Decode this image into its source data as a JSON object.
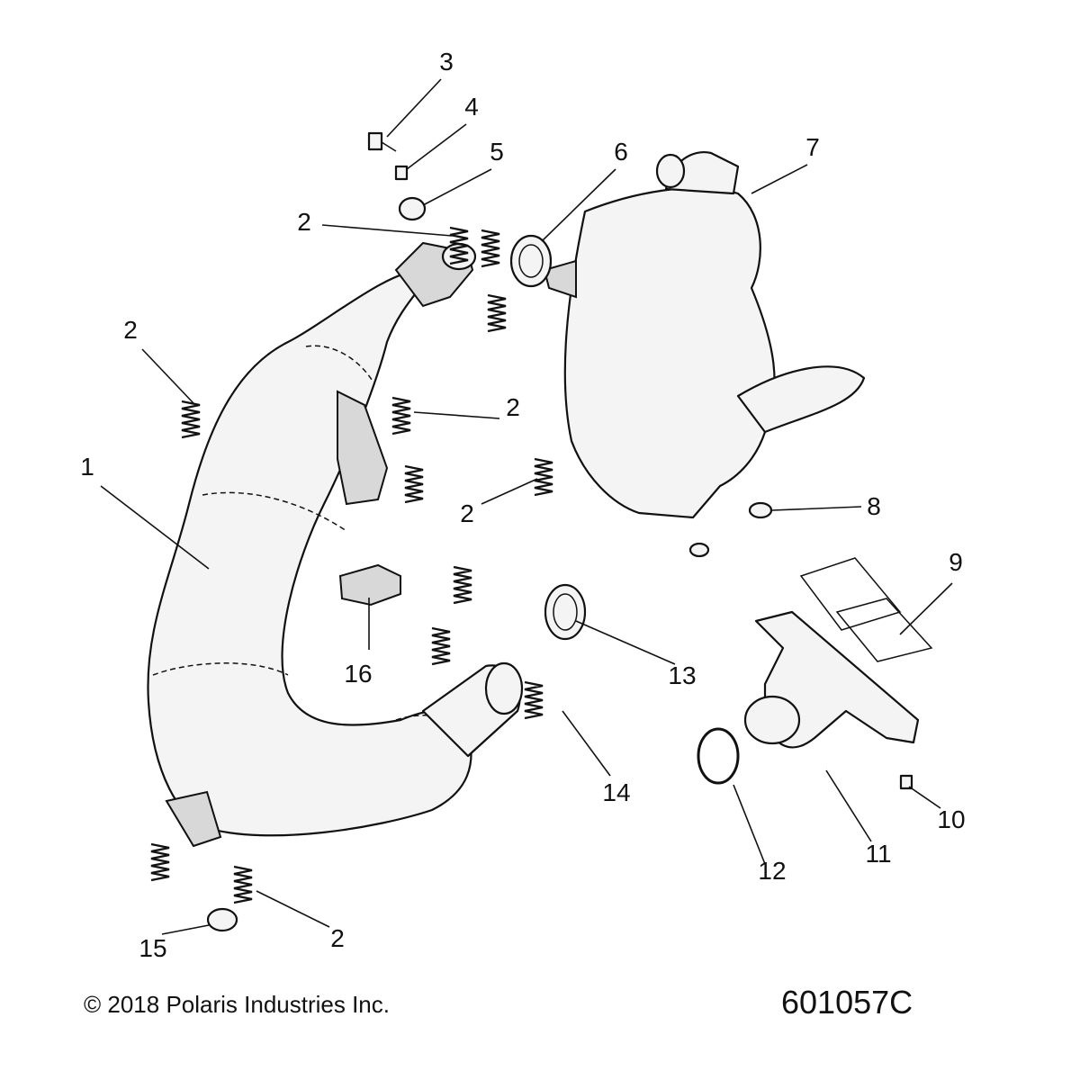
{
  "diagram": {
    "callouts": [
      "3",
      "4",
      "5",
      "6",
      "7",
      "2",
      "2",
      "2",
      "1",
      "2",
      "8",
      "9",
      "16",
      "13",
      "14",
      "10",
      "11",
      "12",
      "15",
      "2"
    ],
    "copyright": "© 2018 Polaris Industries Inc.",
    "part_number": "601057C"
  }
}
